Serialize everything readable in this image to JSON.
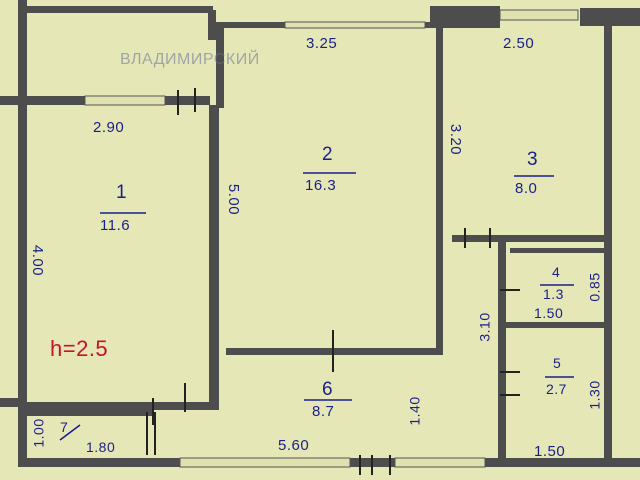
{
  "colors": {
    "paper": "#e5e7b6",
    "wall": "#4a4a4a",
    "ink_blue": "#1a1f8a",
    "ink_red": "#c2142b"
  },
  "rooms": [
    {
      "number": "1",
      "area": "11.6"
    },
    {
      "number": "2",
      "area": "16.3"
    },
    {
      "number": "3",
      "area": "8.0"
    },
    {
      "number": "4",
      "area": "1.3"
    },
    {
      "number": "5",
      "area": "2.7"
    },
    {
      "number": "6",
      "area": "8.7"
    },
    {
      "number": "7",
      "area": "1.8"
    }
  ],
  "dimensions": {
    "d_3_25": "3.25",
    "d_2_50": "2.50",
    "d_2_90": "2.90",
    "d_5_00": "5.00",
    "d_3_20": "3.20",
    "d_4_00": "4.00",
    "d_0_85": "0.85",
    "d_1_50_a": "1.50",
    "d_3_10": "3.10",
    "d_1_30": "1.30",
    "d_1_40": "1.40",
    "d_5_60": "5.60",
    "d_1_50_b": "1.50",
    "d_1_00": "1.00",
    "d_1_80": "1.80"
  },
  "ceiling_height": "h=2.5"
}
